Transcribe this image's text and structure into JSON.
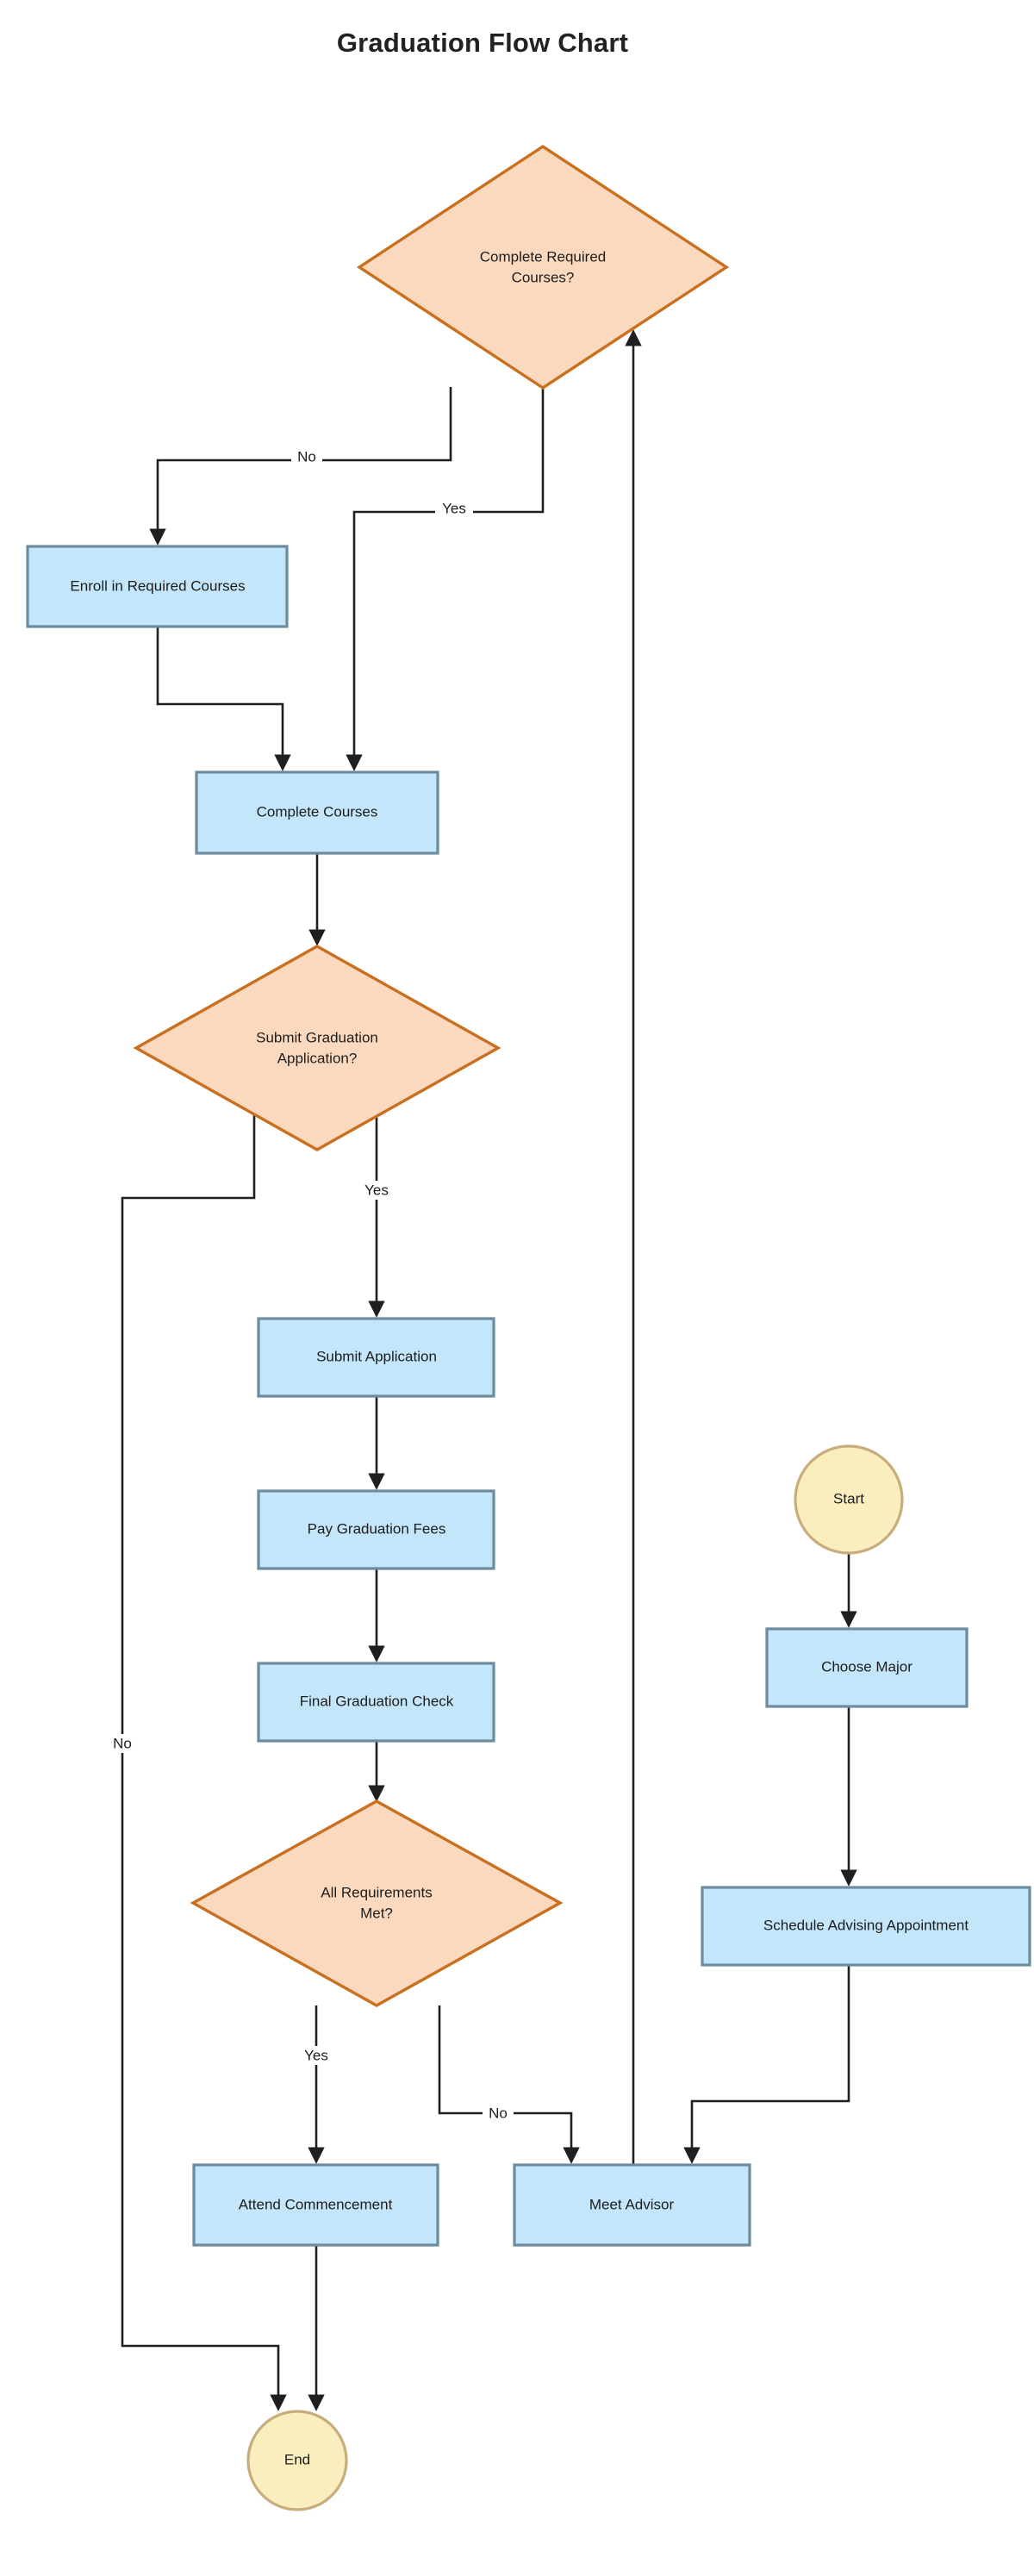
{
  "title": "Graduation Flow Chart",
  "colors": {
    "process_fill": "#c3e6fa",
    "process_stroke": "#6b8b9e",
    "decision_fill": "#fbd9be",
    "decision_stroke": "#ca6f1e",
    "terminal_fill": "#faeebe",
    "terminal_stroke": "#c7ad7b",
    "edge": "#1f1f1f",
    "text": "#1d1d1d",
    "background": "#ffffff"
  },
  "chart_data": {
    "type": "diagram",
    "title": "Graduation Flow Chart",
    "nodes": [
      {
        "id": "start",
        "label": "Start",
        "shape": "terminal"
      },
      {
        "id": "choose_major",
        "label": "Choose Major",
        "shape": "process"
      },
      {
        "id": "schedule",
        "label": "Schedule Advising Appointment",
        "shape": "process"
      },
      {
        "id": "meet_advisor",
        "label": "Meet Advisor",
        "shape": "process"
      },
      {
        "id": "complete_req",
        "label_line1": "Complete Required",
        "label_line2": "Courses?",
        "shape": "decision"
      },
      {
        "id": "enroll",
        "label": "Enroll in Required Courses",
        "shape": "process"
      },
      {
        "id": "complete",
        "label": "Complete Courses",
        "shape": "process"
      },
      {
        "id": "submit_app_q",
        "label_line1": "Submit Graduation",
        "label_line2": "Application?",
        "shape": "decision"
      },
      {
        "id": "submit_app",
        "label": "Submit Application",
        "shape": "process"
      },
      {
        "id": "pay_fees",
        "label": "Pay Graduation Fees",
        "shape": "process"
      },
      {
        "id": "final_check",
        "label": "Final Graduation Check",
        "shape": "process"
      },
      {
        "id": "all_req_q",
        "label_line1": "All Requirements",
        "label_line2": "Met?",
        "shape": "decision"
      },
      {
        "id": "commencement",
        "label": "Attend Commencement",
        "shape": "process"
      },
      {
        "id": "end",
        "label": "End",
        "shape": "terminal"
      }
    ],
    "edges": [
      {
        "from": "start",
        "to": "choose_major",
        "label": ""
      },
      {
        "from": "choose_major",
        "to": "schedule",
        "label": ""
      },
      {
        "from": "schedule",
        "to": "meet_advisor",
        "label": ""
      },
      {
        "from": "meet_advisor",
        "to": "complete_req",
        "label": ""
      },
      {
        "from": "complete_req",
        "to": "enroll",
        "label": "No"
      },
      {
        "from": "complete_req",
        "to": "complete",
        "label": "Yes"
      },
      {
        "from": "enroll",
        "to": "complete",
        "label": ""
      },
      {
        "from": "complete",
        "to": "submit_app_q",
        "label": ""
      },
      {
        "from": "submit_app_q",
        "to": "submit_app",
        "label": "Yes"
      },
      {
        "from": "submit_app_q",
        "to": "end",
        "label": "No"
      },
      {
        "from": "submit_app",
        "to": "pay_fees",
        "label": ""
      },
      {
        "from": "pay_fees",
        "to": "final_check",
        "label": ""
      },
      {
        "from": "final_check",
        "to": "all_req_q",
        "label": ""
      },
      {
        "from": "all_req_q",
        "to": "commencement",
        "label": "Yes"
      },
      {
        "from": "all_req_q",
        "to": "meet_advisor",
        "label": "No"
      },
      {
        "from": "commencement",
        "to": "end",
        "label": ""
      }
    ],
    "edge_labels": [
      "No",
      "Yes",
      "Yes",
      "No",
      "Yes",
      "No"
    ]
  },
  "labels": {
    "start": "Start",
    "choose_major": "Choose Major",
    "schedule": "Schedule Advising Appointment",
    "meet_advisor": "Meet Advisor",
    "complete_req_1": "Complete Required",
    "complete_req_2": "Courses?",
    "enroll": "Enroll in Required Courses",
    "complete": "Complete Courses",
    "submit_app_q_1": "Submit Graduation",
    "submit_app_q_2": "Application?",
    "submit_app": "Submit Application",
    "pay_fees": "Pay Graduation Fees",
    "final_check": "Final Graduation Check",
    "all_req_q_1": "All Requirements",
    "all_req_q_2": "Met?",
    "commencement": "Attend Commencement",
    "end": "End"
  },
  "edge_text": {
    "req_no": "No",
    "req_yes": "Yes",
    "app_yes": "Yes",
    "app_no": "No",
    "met_yes": "Yes",
    "met_no": "No"
  }
}
